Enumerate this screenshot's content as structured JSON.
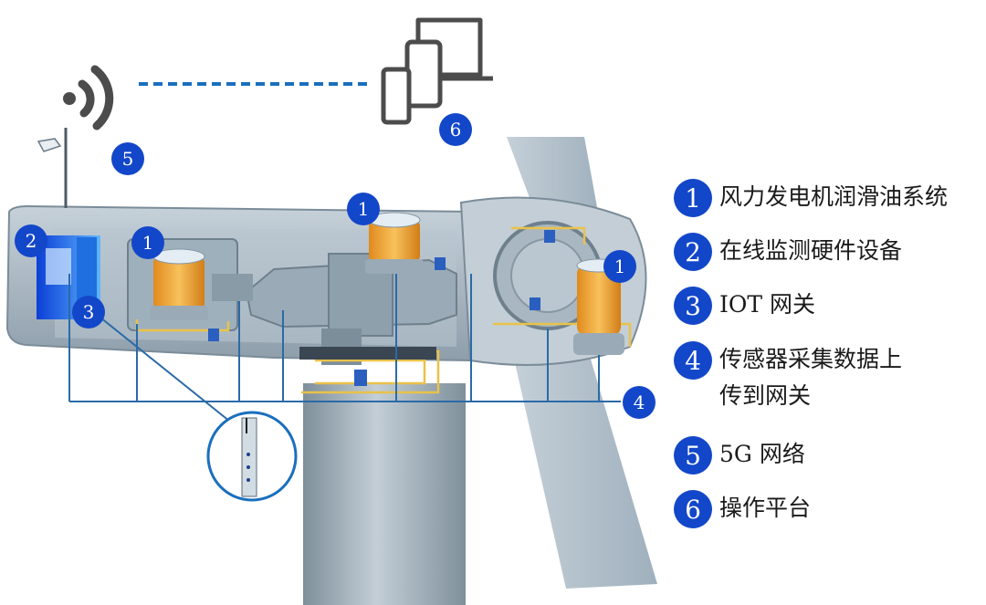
{
  "colors": {
    "badge_blue": "#1347c9",
    "link_blue": "#1a6fbe",
    "housing": "#aebcc7",
    "lubricant_orange": "#f2a534",
    "wire_yellow": "#e9c24a"
  },
  "icons": [
    "wifi-icon",
    "devices-icon",
    "weather-sensor-icon"
  ],
  "badges": [
    {
      "number": "1"
    },
    {
      "number": "1"
    },
    {
      "number": "1"
    },
    {
      "number": "2"
    },
    {
      "number": "3"
    },
    {
      "number": "4"
    },
    {
      "number": "5"
    },
    {
      "number": "6"
    }
  ],
  "legend": [
    {
      "number": "1",
      "text": "风力发电机润滑油系统"
    },
    {
      "number": "2",
      "text": "在线监测硬件设备"
    },
    {
      "number": "3",
      "text": "IOT 网关"
    },
    {
      "number": "4",
      "text": "传感器采集数据上传到网关"
    },
    {
      "number": "5",
      "text": "5G 网络"
    },
    {
      "number": "6",
      "text": "操作平台"
    }
  ]
}
